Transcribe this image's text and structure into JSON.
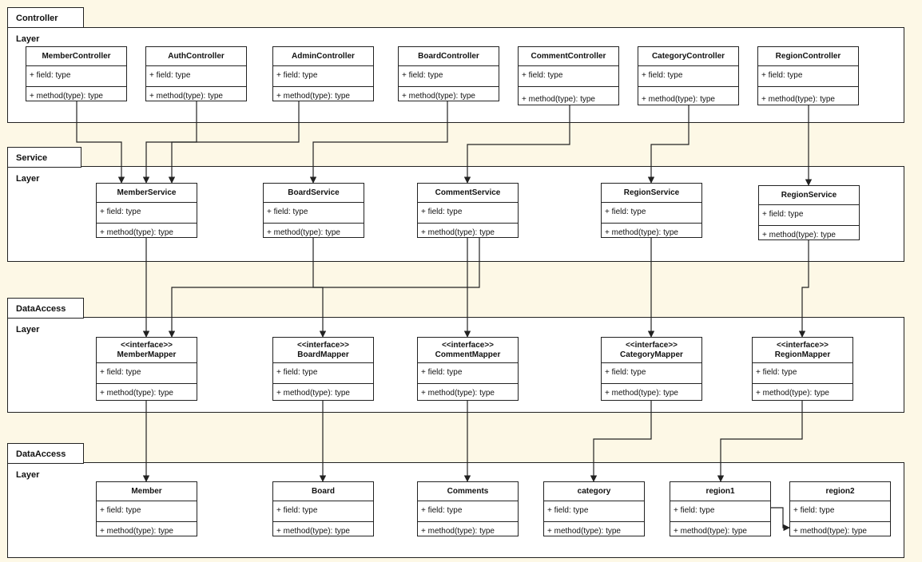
{
  "layers": [
    {
      "id": "controller",
      "label": "Controller Layer"
    },
    {
      "id": "service",
      "label": "Service Layer"
    },
    {
      "id": "dataaccess1",
      "label": "DataAccess Layer"
    },
    {
      "id": "dataaccess2",
      "label": "DataAccess Layer"
    }
  ],
  "controllers": [
    {
      "name": "MemberController",
      "field": "+ field: type",
      "method": "+ method(type): type"
    },
    {
      "name": "AuthController",
      "field": "+ field: type",
      "method": "+ method(type): type"
    },
    {
      "name": "AdminController",
      "field": "+ field: type",
      "method": "+ method(type): type"
    },
    {
      "name": "BoardController",
      "field": "+ field: type",
      "method": "+ method(type): type"
    },
    {
      "name": "CommentController",
      "field": "+ field: type",
      "method": "+ method(type): type"
    },
    {
      "name": "CategoryController",
      "field": "+ field: type",
      "method": "+ method(type): type"
    },
    {
      "name": "RegionController",
      "field": "+ field: type",
      "method": "+ method(type): type"
    }
  ],
  "services": [
    {
      "name": "MemberService",
      "field": "+ field: type",
      "method": "+ method(type): type"
    },
    {
      "name": "BoardService",
      "field": "+ field: type",
      "method": "+ method(type): type"
    },
    {
      "name": "CommentService",
      "field": "+ field: type",
      "method": "+ method(type): type"
    },
    {
      "name": "RegionService",
      "field": "+ field: type",
      "method": "+ method(type): type"
    },
    {
      "name": "RegionService",
      "field": "+ field: type",
      "method": "+ method(type): type"
    }
  ],
  "mappers": [
    {
      "stereotype": "<<interface>>",
      "name": "MemberMapper",
      "field": "+ field: type",
      "method": "+ method(type): type"
    },
    {
      "stereotype": "<<interface>>",
      "name": "BoardMapper",
      "field": "+ field: type",
      "method": "+ method(type): type"
    },
    {
      "stereotype": "<<interface>>",
      "name": "CommentMapper",
      "field": "+ field: type",
      "method": "+ method(type): type"
    },
    {
      "stereotype": "<<interface>>",
      "name": "CategoryMapper",
      "field": "+ field: type",
      "method": "+ method(type): type"
    },
    {
      "stereotype": "<<interface>>",
      "name": "RegionMapper",
      "field": "+ field: type",
      "method": "+ method(type): type"
    }
  ],
  "entities": [
    {
      "name": "Member",
      "field": "+ field: type",
      "method": "+ method(type): type"
    },
    {
      "name": "Board",
      "field": "+ field: type",
      "method": "+ method(type): type"
    },
    {
      "name": "Comments",
      "field": "+ field: type",
      "method": "+ method(type): type"
    },
    {
      "name": "category",
      "field": "+ field: type",
      "method": "+ method(type): type"
    },
    {
      "name": "region1",
      "field": "+ field: type",
      "method": "+ method(type): type"
    },
    {
      "name": "region2",
      "field": "+ field: type",
      "method": "+ method(type): type"
    }
  ],
  "colors": {
    "background": "#fdf8e6",
    "line": "#222222",
    "box": "#ffffff"
  }
}
